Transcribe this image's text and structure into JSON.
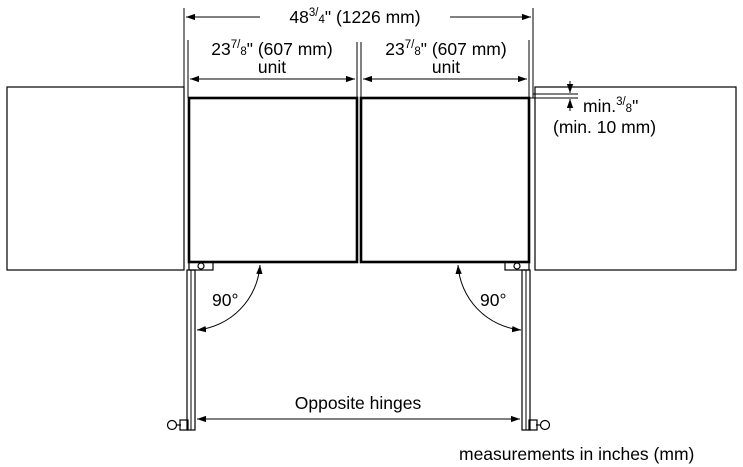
{
  "dimensions": {
    "total": {
      "whole": "48",
      "frac_num": "3",
      "frac_den": "4",
      "suffix": "\" (1226 mm)"
    },
    "unit_left": {
      "whole": "23",
      "frac_num": "7",
      "frac_den": "8",
      "suffix": "\" (607 mm)",
      "label": "unit"
    },
    "unit_right": {
      "whole": "23",
      "frac_num": "7",
      "frac_den": "8",
      "suffix": "\" (607 mm)",
      "label": "unit"
    },
    "gap": {
      "prefix": "min.",
      "frac_num": "3",
      "frac_den": "8",
      "suffix": "\"",
      "metric": "(min. 10 mm)"
    }
  },
  "angles": {
    "left": "90°",
    "right": "90°"
  },
  "hinges_label": "Opposite hinges",
  "footnote": "measurements in inches (mm)"
}
